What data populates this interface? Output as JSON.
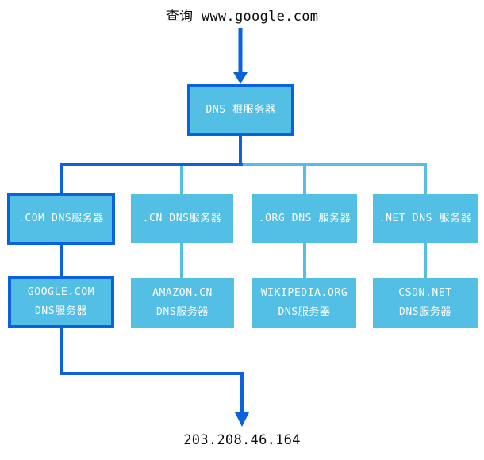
{
  "diagram": {
    "query_label": "查询 www.google.com",
    "result_ip": "203.208.46.164",
    "colors": {
      "highlight_blue": "#0a63dc",
      "node_fill_blue": "#53bfe5",
      "node_text": "#ffffff",
      "caption_text": "#0a0a0a",
      "background": "#ffffff"
    },
    "root": {
      "label": "DNS 根服务器",
      "highlighted": true
    },
    "tld_servers": [
      {
        "label": ".COM DNS服务器",
        "highlighted": true
      },
      {
        "label": ".CN DNS服务器",
        "highlighted": false
      },
      {
        "label": ".ORG DNS 服务器",
        "highlighted": false
      },
      {
        "label": ".NET DNS 服务器",
        "highlighted": false
      }
    ],
    "authoritative_servers": [
      {
        "line1": "GOOGLE.COM",
        "line2": "DNS服务器",
        "highlighted": true
      },
      {
        "line1": "AMAZON.CN",
        "line2": "DNS服务器",
        "highlighted": false
      },
      {
        "line1": "WIKIPEDIA.ORG",
        "line2": "DNS服务器",
        "highlighted": false
      },
      {
        "line1": "CSDN.NET",
        "line2": "DNS服务器",
        "highlighted": false
      }
    ]
  }
}
